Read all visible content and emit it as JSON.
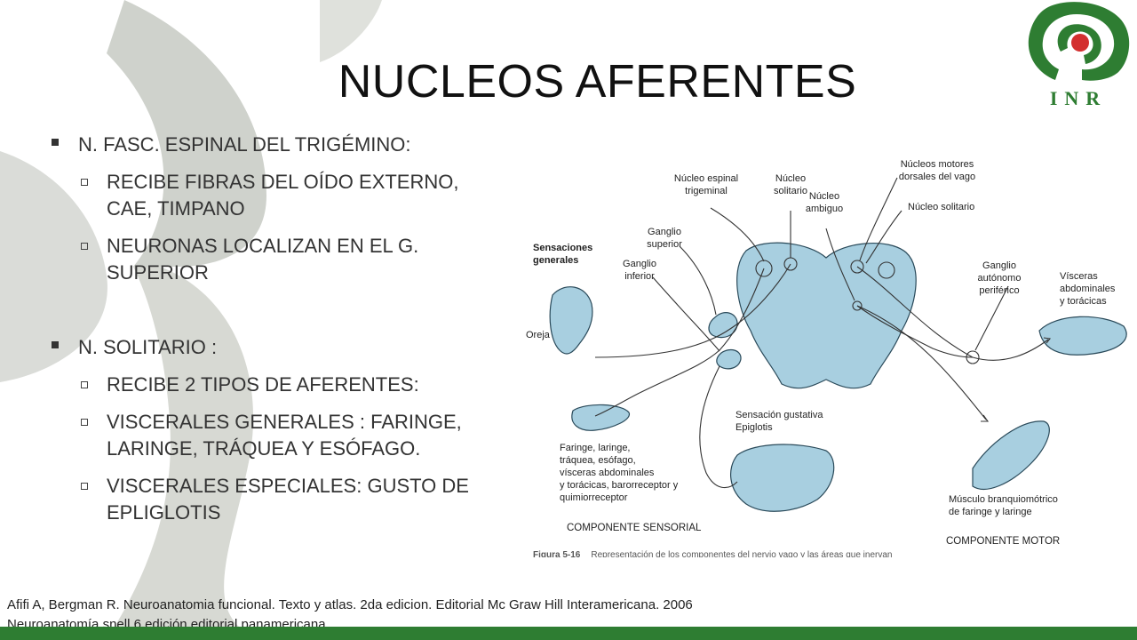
{
  "slide": {
    "title": "NUCLEOS AFERENTES",
    "logo_text": "INR"
  },
  "bullets": [
    {
      "text": "N. FASC. ESPINAL DEL TRIGÉMINO:",
      "sub": [
        "RECIBE FIBRAS DEL OÍDO EXTERNO, CAE, TIMPANO",
        "NEURONAS LOCALIZAN EN EL G. SUPERIOR"
      ]
    },
    {
      "text": "N. SOLITARIO :",
      "sub": [
        "RECIBE 2 TIPOS DE AFERENTES:",
        "VISCERALES GENERALES : FARINGE, LARINGE, TRÁQUEA Y ESÓFAGO.",
        "VISCERALES ESPECIALES: GUSTO DE EPLIGLOTIS"
      ]
    }
  ],
  "figure": {
    "labels": {
      "nucleo_espinal": [
        "Núcleo espinal",
        "trigeminal"
      ],
      "nucleo_solitario_top": [
        "Núcleo",
        "solitario"
      ],
      "nucleos_motores": [
        "Núcleos motores",
        "dorsales del vago"
      ],
      "nucleo_ambiguo": [
        "Núcleo",
        "ambiguo"
      ],
      "nucleo_solitario_right": "Núcleo solitario",
      "ganglio_superior": [
        "Ganglio",
        "superior"
      ],
      "ganglio_inferior": [
        "Ganglio",
        "inferior"
      ],
      "sensaciones": [
        "Sensaciones",
        "generales"
      ],
      "oreja": "Oreja",
      "ganglio_autonomo": [
        "Ganglio",
        "autónomo",
        "periférico"
      ],
      "visceras": [
        "Vísceras",
        "abdominales",
        "y torácicas"
      ],
      "sensacion_gustativa": [
        "Sensación gustativa",
        "Epiglotis"
      ],
      "faringe": [
        "Faringe, laringe,",
        "tráquea, esófago,",
        "vísceras abdominales",
        "y torácicas, barorreceptor y",
        "quimiorreceptor"
      ],
      "musculo": [
        "Músculo branquiomótrico",
        "de faringe y laringe"
      ],
      "componente_sensorial": "COMPONENTE SENSORIAL",
      "componente_motor": "COMPONENTE MOTOR",
      "caption_figura": "Figura 5-16",
      "caption_text": "Representación de los componentes del nervio vago y las áreas que inervan"
    }
  },
  "references": [
    "Afifi A, Bergman R. Neuroanatomia funcional. Texto y atlas. 2da edicion. Editorial Mc Graw Hill Interamericana. 2006",
    "Neuroanatomía snell 6 edición editorial panamericana"
  ],
  "colors": {
    "accent_green": "#2e7d32",
    "tissue_blue": "#a8cfe0",
    "logo_red": "#d32f2f"
  }
}
